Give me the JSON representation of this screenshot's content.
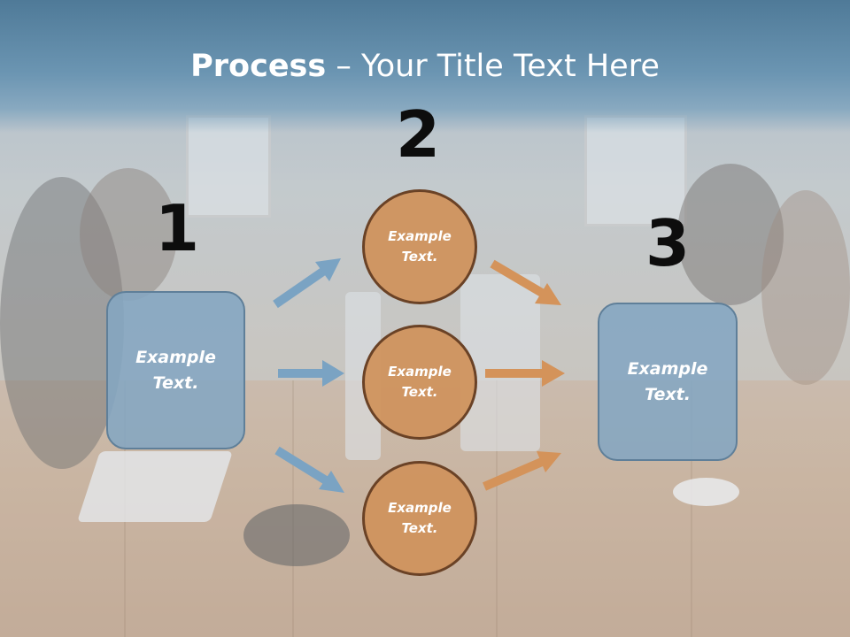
{
  "title": {
    "bold": "Process",
    "rest": " – Your Title Text Here"
  },
  "steps": {
    "one": "1",
    "two": "2",
    "three": "3"
  },
  "boxes": {
    "left": "Example Text.",
    "right": "Example Text."
  },
  "circles": {
    "top": "Example Text.",
    "middle": "Example Text.",
    "bottom": "Example Text."
  },
  "colors": {
    "title_band": "#5a85a4",
    "box_fill": "#84a6c1",
    "box_border": "#5f7f99",
    "circle_fill": "#cf945f",
    "circle_border": "#6a4226",
    "arrow_blue": "#7aa3c3",
    "arrow_orange": "#d4935a",
    "number_text": "#0d0d0d"
  }
}
